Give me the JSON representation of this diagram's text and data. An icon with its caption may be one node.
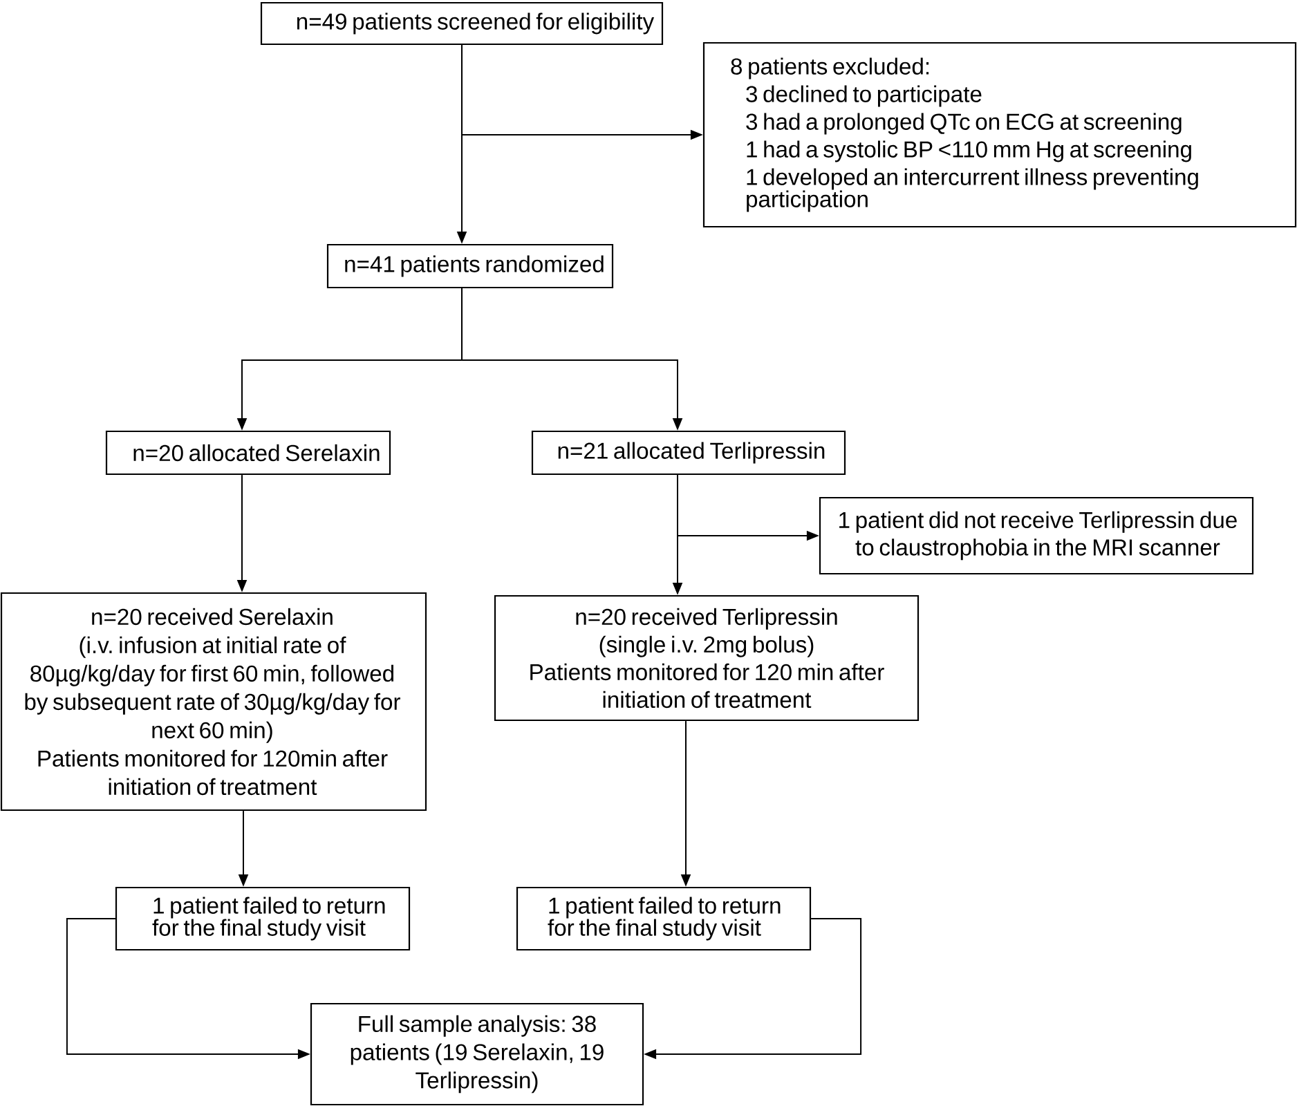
{
  "diagram": {
    "nodes": [
      {
        "text": [
          "n=49 patients screened for eligibility"
        ]
      },
      {
        "text": [
          "8 patients excluded:",
          "3 declined to participate",
          "3 had a prolonged QTc on ECG at screening",
          "1 had a systolic BP <110 mm Hg at screening",
          "1 developed an intercurrent illness preventing participation"
        ]
      },
      {
        "text": [
          "n=41 patients randomized"
        ]
      },
      {
        "text": [
          "n=20 allocated Serelaxin"
        ]
      },
      {
        "text": [
          "n=21 allocated Terlipressin"
        ]
      },
      {
        "text": [
          "1 patient did not receive Terlipressin due to claustrophobia in the MRI scanner"
        ]
      },
      {
        "text": [
          "n=20 received Serelaxin",
          "(i.v. infusion at initial rate of 80µg/kg/day for first 60 min, followed by subsequent rate of 30µg/kg/day for next 60 min)",
          "Patients monitored for 120min after initiation of treatment"
        ]
      },
      {
        "text": [
          "n=20 received Terlipressin",
          "(single i.v. 2mg bolus)",
          "Patients monitored for 120 min after initiation of treatment"
        ]
      },
      {
        "text": [
          "1 patient failed to return for the final study visit"
        ]
      },
      {
        "text": [
          "1 patient failed to return for the final study visit"
        ]
      },
      {
        "text": [
          "Full sample analysis: 38 patients (19 Serelaxin, 19 Terlipressin)"
        ]
      }
    ],
    "edges": [
      {
        "from": 0,
        "to": 2,
        "arrow": "to"
      },
      {
        "from": 0,
        "to": 1,
        "arrow": "to"
      },
      {
        "from": 2,
        "to": 3,
        "arrow": "to"
      },
      {
        "from": 2,
        "to": 4,
        "arrow": "to"
      },
      {
        "from": 3,
        "to": 6,
        "arrow": "to"
      },
      {
        "from": 4,
        "to": 7,
        "arrow": "to"
      },
      {
        "from": 4,
        "to": 5,
        "arrow": "to"
      },
      {
        "from": 6,
        "to": 8,
        "arrow": "to"
      },
      {
        "from": 7,
        "to": 9,
        "arrow": "to"
      },
      {
        "from": 8,
        "to": 10,
        "arrow": "to"
      },
      {
        "from": 9,
        "to": 10,
        "arrow": "to"
      }
    ]
  }
}
